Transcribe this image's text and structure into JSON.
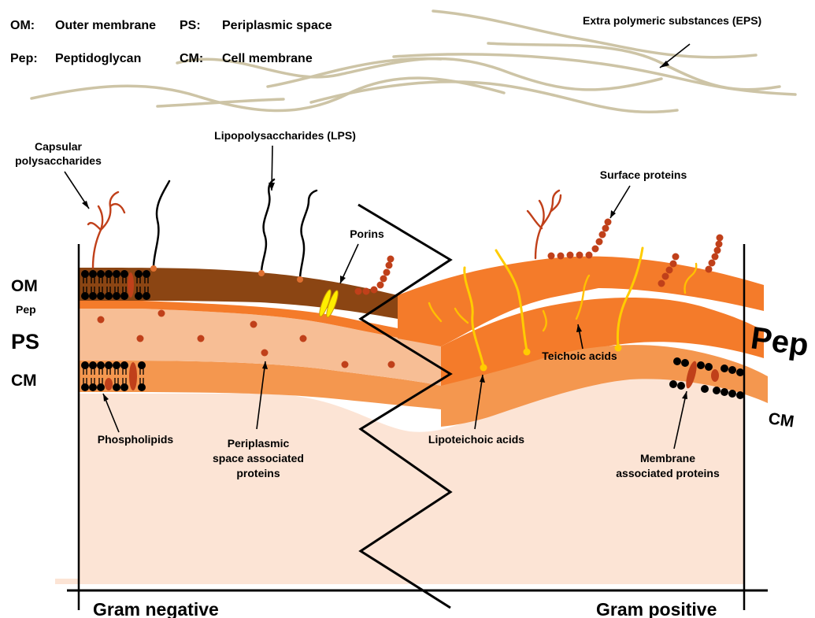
{
  "legend": {
    "om_abbr": "OM:",
    "om_full": "Outer membrane",
    "ps_abbr": "PS:",
    "ps_full": "Periplasmic space",
    "pep_abbr": "Pep:",
    "pep_full": "Peptidoglycan",
    "cm_abbr": "CM:",
    "cm_full": "Cell membrane"
  },
  "labels": {
    "eps": "Extra polymeric substances (EPS)",
    "capsular_line1": "Capsular",
    "capsular_line2": "polysaccharides",
    "lps": "Lipopolysaccharides (LPS)",
    "porins": "Porins",
    "surface_proteins": "Surface proteins",
    "phospholipids": "Phospholipids",
    "periplasmic_line1": "Periplasmic",
    "periplasmic_line2": "space associated",
    "periplasmic_line3": "proteins",
    "lipoteichoic": "Lipoteichoic acids",
    "teichoic": "Teichoic acids",
    "membrane_line1": "Membrane",
    "membrane_line2": "associated proteins"
  },
  "side_labels": {
    "om": "OM",
    "pep_small": "Pep",
    "ps": "PS",
    "cm": "CM",
    "pep_big": "Pep",
    "cm_right": "CM"
  },
  "footer": {
    "gram_negative": "Gram negative",
    "gram_positive": "Gram positive"
  },
  "colors": {
    "cytoplasm": "#fce4d5",
    "cell_membrane": "#f4974f",
    "outer_membrane": "#8b4513",
    "peptidoglycan_thin": "#f47b2a",
    "periplasm": "#f7be95",
    "peptidoglycan_thick": "#f47b2a",
    "eps": "#cdc4a6",
    "protein_red": "#c0401a",
    "porin": "#ffee00"
  }
}
